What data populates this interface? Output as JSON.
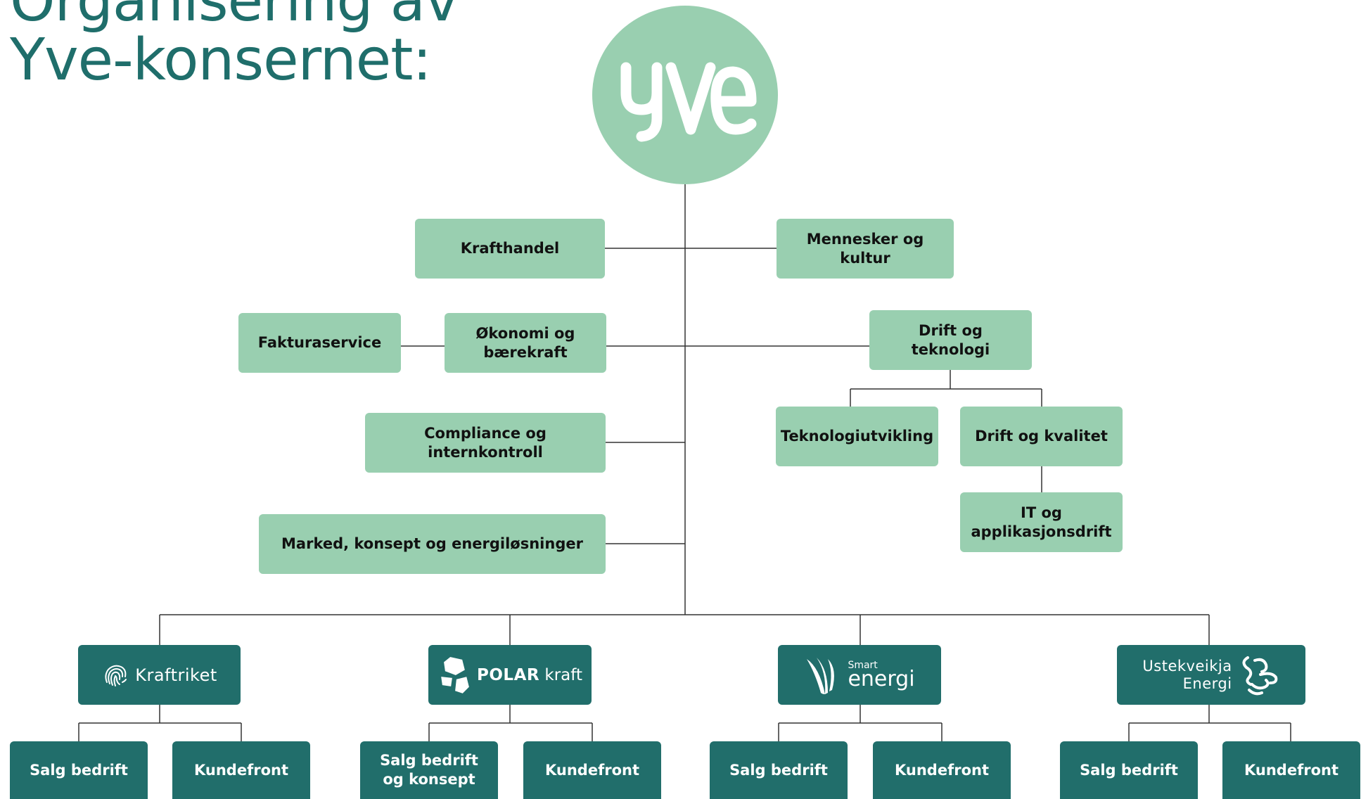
{
  "title": {
    "line1": "Organisering av",
    "line2": "Yve-konsernet:"
  },
  "logo": {
    "text": "yve",
    "color": "#99cfb0"
  },
  "colors": {
    "light_green": "#99cfb0",
    "dark_teal": "#216e6b",
    "title_teal": "#1f6e6b",
    "connector": "#333333"
  },
  "departments": {
    "krafthandel": "Krafthandel",
    "mennesker": "Mennesker og kultur",
    "fakturaservice": "Fakturaservice",
    "okonomi": "Økonomi og bærekraft",
    "drift_teknologi": "Drift og teknologi",
    "teknologiutvikling": "Teknologiutvikling",
    "drift_kvalitet": "Drift og kvalitet",
    "it_drift": "IT og applikasjonsdrift",
    "compliance": "Compliance og internkontroll",
    "marked": "Marked, konsept og energiløsninger"
  },
  "companies": [
    {
      "name": "Kraftriket",
      "icon": "fingerprint-icon",
      "children": [
        "Salg bedrift",
        "Kundefront"
      ]
    },
    {
      "name_bold": "POLAR",
      "name_light": "kraft",
      "icon": "polar-stones-icon",
      "children": [
        "Salg bedrift og konsept",
        "Kundefront"
      ]
    },
    {
      "name_small": "Smart",
      "name_big": "energi",
      "icon": "smart-leaf-icon",
      "children": [
        "Salg bedrift",
        "Kundefront"
      ]
    },
    {
      "name_line1": "Ustekveikja",
      "name_line2": "Energi",
      "icon": "swirl-icon",
      "children": [
        "Salg bedrift",
        "Kundefront"
      ]
    }
  ]
}
